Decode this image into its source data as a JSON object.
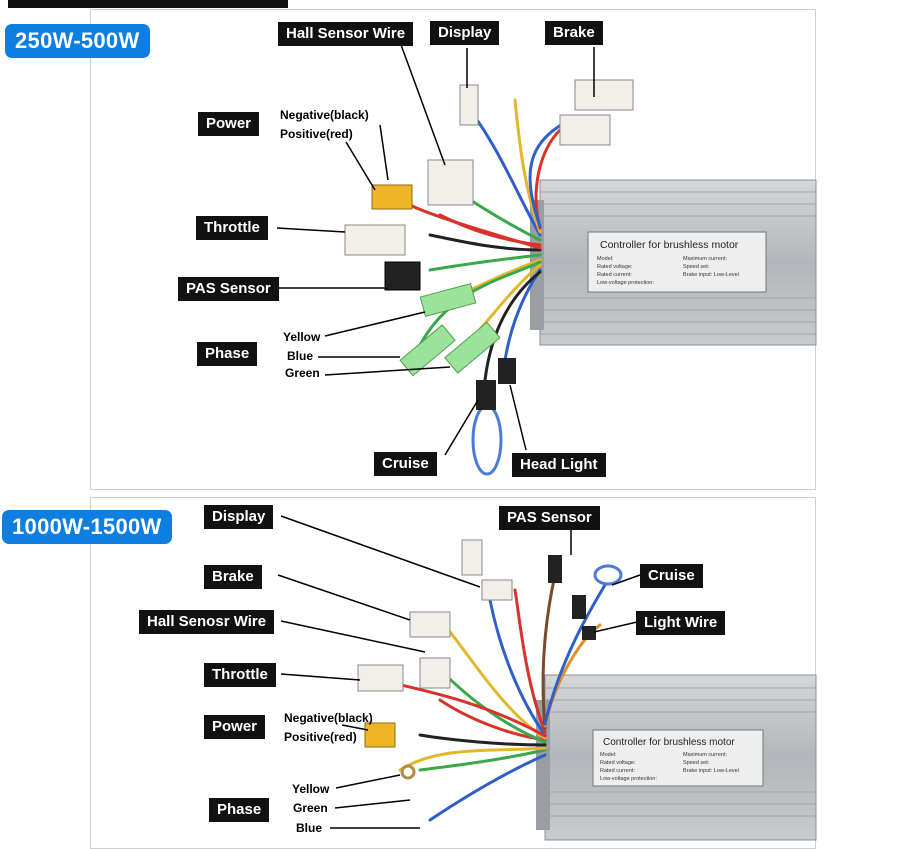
{
  "top": {
    "badge": "250W-500W",
    "labels": {
      "hall": "Hall Sensor Wire",
      "display": "Display",
      "brake": "Brake",
      "power": "Power",
      "throttle": "Throttle",
      "pas": "PAS Sensor",
      "phase": "Phase",
      "cruise": "Cruise",
      "headlight": "Head Light"
    },
    "texts": {
      "negative": "Negative(black)",
      "positive": "Positive(red)",
      "yellow": "Yellow",
      "blue": "Blue",
      "green": "Green"
    },
    "controller": {
      "title": "Controller for brushless motor",
      "model": "Model:",
      "rated_voltage": "Rated voltage:",
      "rated_current": "Rated current:",
      "lowvolt": "Low-voltage protection:",
      "max_current": "Maximum current:",
      "speed_set": "Speed set:",
      "brake_input": "Brake input: Low-Level"
    }
  },
  "bottom": {
    "badge": "1000W-1500W",
    "labels": {
      "display": "Display",
      "pas": "PAS Sensor",
      "cruise": "Cruise",
      "brake": "Brake",
      "hall": "Hall Senosr Wire",
      "light": "Light Wire",
      "throttle": "Throttle",
      "power": "Power",
      "phase": "Phase"
    },
    "texts": {
      "negative": "Negative(black)",
      "positive": "Positive(red)",
      "yellow": "Yellow",
      "green": "Green",
      "blue": "Blue"
    },
    "controller": {
      "title": "Controller for brushless motor",
      "model": "Model:",
      "rated_voltage": "Rated voltage:",
      "rated_current": "Rated current:",
      "lowvolt": "Low-voltage protection:",
      "max_current": "Maximum current:",
      "speed_set": "Speed set:",
      "brake_input": "Brake input: Low-Level"
    }
  },
  "colors": {
    "badge": "#0e7fe0",
    "label_bg": "#111111",
    "controller_body": "#b9bcc0",
    "wire_red": "#d8322a",
    "wire_blue": "#2f5fc8",
    "wire_green": "#3aa84a",
    "wire_yellow": "#e2b72a",
    "wire_black": "#222222",
    "connector_white": "#f2efe8",
    "connector_green": "#9be39a",
    "connector_yellow": "#f0b429"
  }
}
